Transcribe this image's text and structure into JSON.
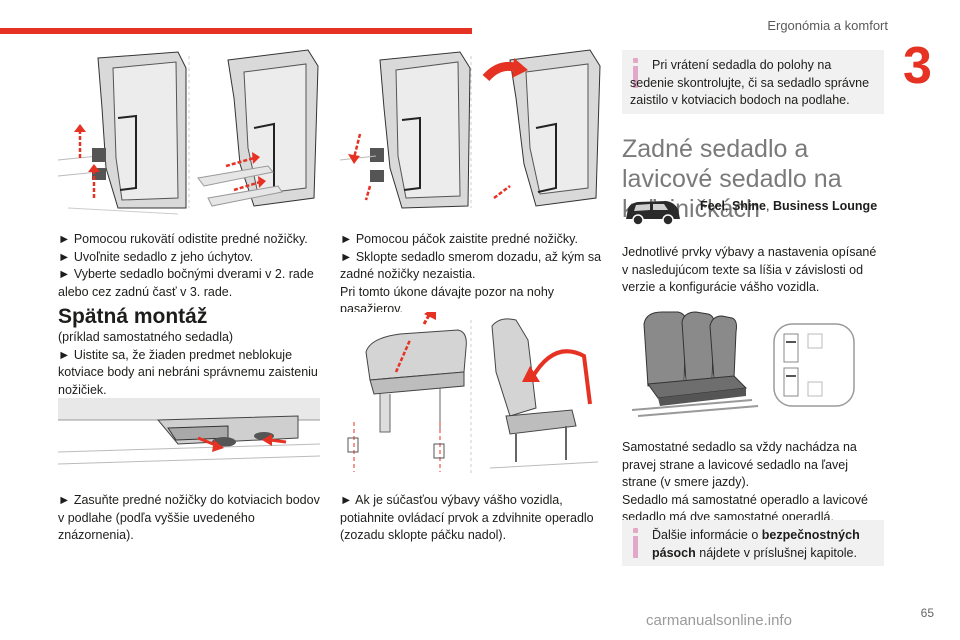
{
  "header": {
    "section_title": "Ergonómia a komfort",
    "chapter_number": "3"
  },
  "col1": {
    "bullets": [
      "► Pomocou rukovätí odistite predné nožičky.",
      "► Uvoľnite sedadlo z jeho úchytov.",
      "► Vyberte sedadlo bočnými dverami v 2. rade alebo cez zadnú časť v 3. rade."
    ],
    "heading": "Spätná montáž",
    "reinstall_text": [
      "(príklad samostatného sedadla)",
      "► Uistite sa, že žiaden predmet neblokuje kotviace body ani nebráni správnemu zaisteniu nožičiek."
    ],
    "bottom_text": "► Zasuňte predné nožičky do kotviacich bodov v podlahe (podľa vyššie uvedeného znázornenia)."
  },
  "col2": {
    "bullets": [
      "► Pomocou páčok zaistite predné nožičky.",
      "► Sklopte sedadlo smerom dozadu, až kým sa zadné nožičky nezaistia.",
      "Pri tomto úkone dávajte pozor na nohy pasažierov."
    ],
    "bottom_text": "► Ak je súčasťou výbavy vášho vozidla, potiahnite ovládací prvok a zdvihnite operadlo (zozadu sklopte páčku nadol)."
  },
  "col3": {
    "info1": "Pri vrátení sedadla do polohy na sedenie skontrolujte, či sa sedadlo správne zaistilo v kotviacich bodoch na podlahe.",
    "heading": "Zadné sedadlo a lavicové sedadlo na koľajničkách",
    "versions": "Feel, Shine, Business Lounge",
    "versions_parts": [
      "Feel",
      ", ",
      "Shine",
      ", ",
      "Business Lounge"
    ],
    "intro": "Jednotlivé prvky výbavy a nastavenia opísané v nasledujúcom texte sa líšia v závislosti od verzie a konfigurácie vášho vozidla.",
    "description": [
      "Samostatné sedadlo sa vždy nachádza na pravej strane a lavicové sedadlo na ľavej strane (v smere jazdy).",
      "Sedadlo má samostatné operadlo a lavicové sedadlo má dve samostatné operadlá."
    ],
    "info2_pre": "Ďalšie informácie o ",
    "info2_bold": "bezpečnostných pásoch",
    "info2_post": " nájdete v príslušnej kapitole."
  },
  "footer": {
    "page_number": "65",
    "watermark": "carmanualsonline.info"
  },
  "colors": {
    "accent": "#e53223",
    "info_icon": "#e3a7c8",
    "info_bg": "#f1f1f1",
    "heading_gray": "#7a7a7a"
  }
}
